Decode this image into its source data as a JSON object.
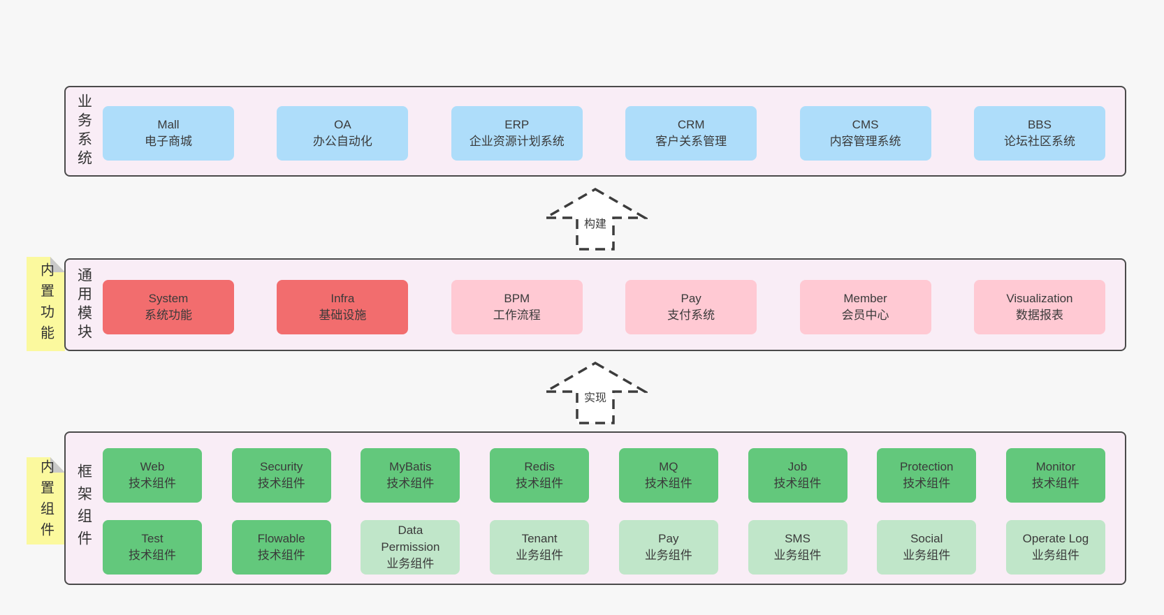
{
  "colors": {
    "page_bg": "#f7f7f7",
    "layer_bg": "#f9edf6",
    "layer_border": "#4a4a4a",
    "blue": "#aeddfa",
    "red": "#f26d6e",
    "pink": "#ffc9d3",
    "green": "#63c87c",
    "light_green": "#c0e6c9",
    "note_yellow": "#fbf99e",
    "note_fold": "#c9c9c9",
    "text": "#3a3a3a"
  },
  "arrows": [
    {
      "label": "构建"
    },
    {
      "label": "实现"
    }
  ],
  "notes": [
    {
      "label": "内置功能"
    },
    {
      "label": "内置组件"
    }
  ],
  "layers": [
    {
      "side_label": "业务系统",
      "rows": [
        {
          "boxes": [
            {
              "name": "Mall",
              "subtitle": "电子商城"
            },
            {
              "name": "OA",
              "subtitle": "办公自动化"
            },
            {
              "name": "ERP",
              "subtitle": "企业资源计划系统"
            },
            {
              "name": "CRM",
              "subtitle": "客户关系管理"
            },
            {
              "name": "CMS",
              "subtitle": "内容管理系统"
            },
            {
              "name": "BBS",
              "subtitle": "论坛社区系统"
            }
          ]
        }
      ]
    },
    {
      "side_label": "通用模块",
      "rows": [
        {
          "boxes": [
            {
              "name": "System",
              "subtitle": "系统功能"
            },
            {
              "name": "Infra",
              "subtitle": "基础设施"
            },
            {
              "name": "BPM",
              "subtitle": "工作流程"
            },
            {
              "name": "Pay",
              "subtitle": "支付系统"
            },
            {
              "name": "Member",
              "subtitle": "会员中心"
            },
            {
              "name": "Visualization",
              "subtitle": "数据报表"
            }
          ]
        }
      ]
    },
    {
      "side_label": "框架组件",
      "rows": [
        {
          "boxes": [
            {
              "name": "Web",
              "subtitle": "技术组件"
            },
            {
              "name": "Security",
              "subtitle": "技术组件"
            },
            {
              "name": "MyBatis",
              "subtitle": "技术组件"
            },
            {
              "name": "Redis",
              "subtitle": "技术组件"
            },
            {
              "name": "MQ",
              "subtitle": "技术组件"
            },
            {
              "name": "Job",
              "subtitle": "技术组件"
            },
            {
              "name": "Protection",
              "subtitle": "技术组件"
            },
            {
              "name": "Monitor",
              "subtitle": "技术组件"
            }
          ]
        },
        {
          "boxes": [
            {
              "name": "Test",
              "subtitle": "技术组件"
            },
            {
              "name": "Flowable",
              "subtitle": "技术组件"
            },
            {
              "name": "Data Permission",
              "subtitle": "业务组件"
            },
            {
              "name": "Tenant",
              "subtitle": "业务组件"
            },
            {
              "name": "Pay",
              "subtitle": "业务组件"
            },
            {
              "name": "SMS",
              "subtitle": "业务组件"
            },
            {
              "name": "Social",
              "subtitle": "业务组件"
            },
            {
              "name": "Operate Log",
              "subtitle": "业务组件"
            }
          ]
        }
      ]
    }
  ]
}
